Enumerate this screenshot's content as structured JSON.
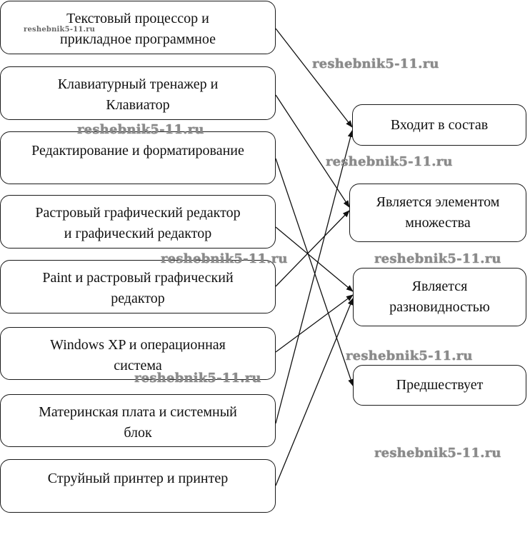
{
  "diagram": {
    "left_items": [
      {
        "id": "l1",
        "lines": [
          "Текстовый процессор и",
          "прикладное программное"
        ]
      },
      {
        "id": "l2",
        "lines": [
          "Клавиатурный тренажер и",
          "Клавиатор"
        ]
      },
      {
        "id": "l3",
        "lines": [
          "Редактирование и форматирование",
          ""
        ]
      },
      {
        "id": "l4",
        "lines": [
          "Растровый графический редактор",
          "и графический редактор"
        ]
      },
      {
        "id": "l5",
        "lines": [
          "Paint и растровый графический",
          "редактор"
        ]
      },
      {
        "id": "l6",
        "lines": [
          "Windows XP и операционная",
          "система"
        ]
      },
      {
        "id": "l7",
        "lines": [
          "Материнская плата и системный",
          "блок"
        ]
      },
      {
        "id": "l8",
        "lines": [
          "Струйный принтер и принтер",
          ""
        ]
      }
    ],
    "right_items": [
      {
        "id": "r1",
        "lines": [
          "Входит в состав"
        ]
      },
      {
        "id": "r2",
        "lines": [
          "Является элементом",
          "множества"
        ]
      },
      {
        "id": "r3",
        "lines": [
          "Является",
          "разновидностью"
        ]
      },
      {
        "id": "r4",
        "lines": [
          "Предшествует"
        ]
      }
    ],
    "connections": [
      {
        "from": "l1",
        "to": "r1"
      },
      {
        "from": "l2",
        "to": "r2"
      },
      {
        "from": "l3",
        "to": "r4"
      },
      {
        "from": "l4",
        "to": "r3"
      },
      {
        "from": "l5",
        "to": "r2"
      },
      {
        "from": "l6",
        "to": "r3"
      },
      {
        "from": "l7",
        "to": "r1"
      },
      {
        "from": "l8",
        "to": "r3"
      }
    ]
  },
  "watermarks": {
    "text": "reshebnik5-11.ru"
  }
}
